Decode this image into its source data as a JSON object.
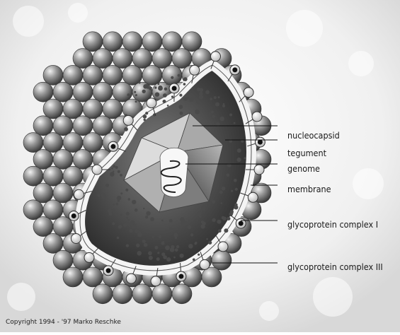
{
  "diagram": {
    "labels": {
      "nucleocapsid": "nucleocapsid",
      "tegument": "tegument",
      "genome": "genome",
      "membrane": "membrane",
      "glycoprotein_1": "glycoprotein complex I",
      "glycoprotein_3": "glycoprotein complex III"
    },
    "copyright": "Copyright 1994 - '97 Marko Reschke"
  }
}
